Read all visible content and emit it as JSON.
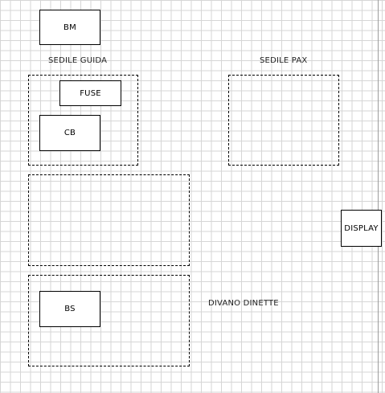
{
  "blocks": {
    "bm": "BM",
    "fuse": "FUSE",
    "cb": "CB",
    "bs": "BS",
    "display": "DISPLAY"
  },
  "zones": {
    "sedile_guida": "SEDILE GUIDA",
    "sedile_pax": "SEDILE PAX",
    "divano_dinette": "DIVANO DINETTE"
  }
}
